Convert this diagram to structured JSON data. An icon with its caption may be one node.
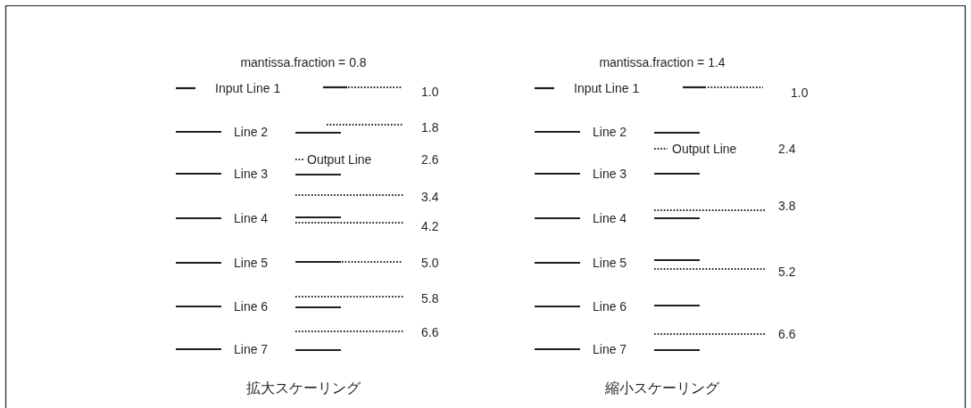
{
  "diagram": {
    "labels": [
      "mantissa.fraction = 0.8",
      "Input Line 1",
      "1.0",
      "Line 2",
      "1.8",
      "Output Line",
      "2.6",
      "Line 3",
      "3.4",
      "Line 4",
      "4.2",
      "Line 5",
      "5.0",
      "5.8",
      "Line 6",
      "6.6",
      "Line 7",
      "拡大スケーリング",
      "mantissa.fraction = 1.4",
      "Input Line 1",
      "1.0",
      "Line 2",
      "Output Line",
      "2.4",
      "Line 3",
      "3.8",
      "Line 4",
      "Line 5",
      "5.2",
      "Line 6",
      "6.6",
      "Line 7",
      "縮小スケーリング"
    ]
  }
}
